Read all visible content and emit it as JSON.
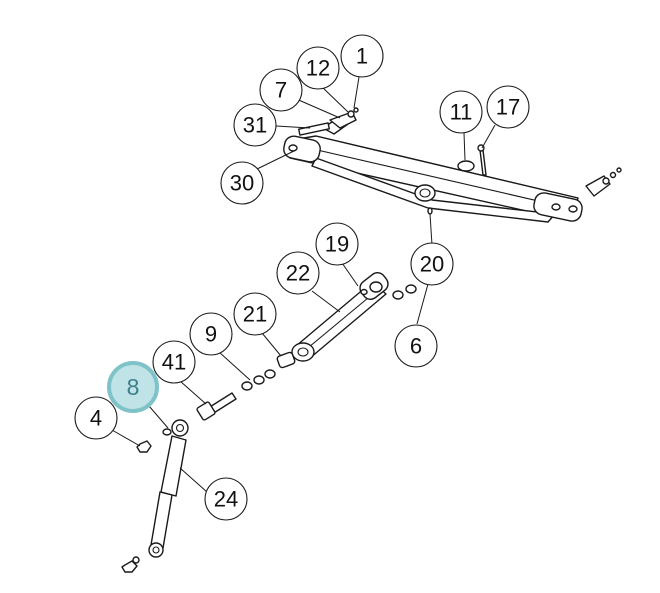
{
  "highlight_color": "#bfe3e6",
  "highlight_stroke": "#7fc3c9",
  "callouts": [
    {
      "id": "c1",
      "label": "1"
    },
    {
      "id": "c12",
      "label": "12"
    },
    {
      "id": "c7",
      "label": "7"
    },
    {
      "id": "c31",
      "label": "31"
    },
    {
      "id": "c30",
      "label": "30"
    },
    {
      "id": "c11",
      "label": "11"
    },
    {
      "id": "c17",
      "label": "17"
    },
    {
      "id": "c19",
      "label": "19"
    },
    {
      "id": "c22",
      "label": "22"
    },
    {
      "id": "c20",
      "label": "20"
    },
    {
      "id": "c6",
      "label": "6"
    },
    {
      "id": "c21",
      "label": "21"
    },
    {
      "id": "c9",
      "label": "9"
    },
    {
      "id": "c41",
      "label": "41"
    },
    {
      "id": "c8",
      "label": "8",
      "highlighted": true
    },
    {
      "id": "c4",
      "label": "4"
    },
    {
      "id": "c24",
      "label": "24"
    }
  ]
}
